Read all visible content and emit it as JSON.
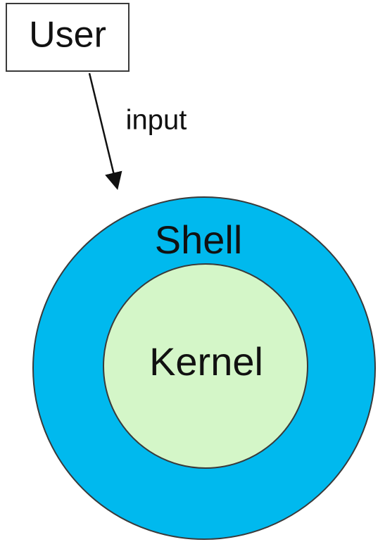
{
  "user_box": {
    "label": "User"
  },
  "arrow": {
    "label": "input"
  },
  "shell": {
    "label": "Shell",
    "fill": "#00b9ee"
  },
  "kernel": {
    "label": "Kernel",
    "fill": "#d4f6c8"
  },
  "colors": {
    "outline": "#3a3a3a",
    "text": "#111111",
    "box_fill": "#ffffff"
  }
}
